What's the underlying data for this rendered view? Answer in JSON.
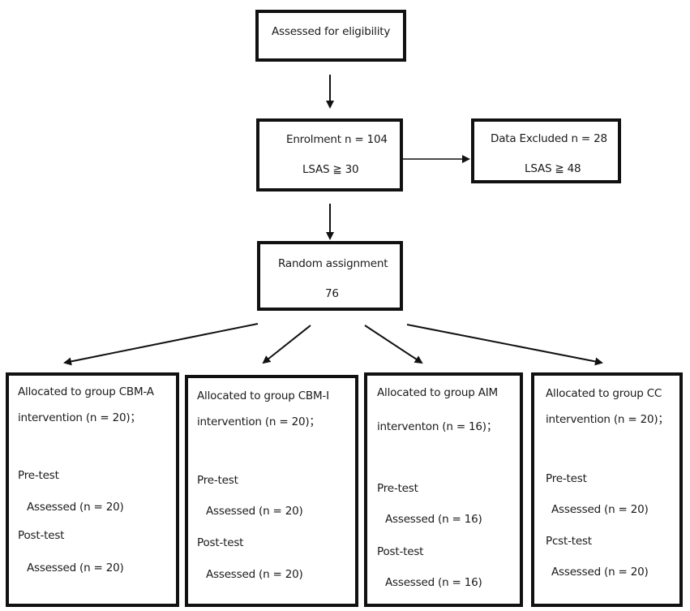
{
  "assessed": {
    "label": "Assessed for eligibility"
  },
  "enrolment": {
    "line1": "Enrolment n = 104",
    "line2": "LSAS ≧ 30"
  },
  "excluded": {
    "line1": "Data Excluded n = 28",
    "line2": "LSAS ≧ 48"
  },
  "random": {
    "line1": "Random assignment",
    "line2": "76"
  },
  "groups": [
    {
      "line1": "Allocated to group CBM-A",
      "line2": "intervention (n = 20)；",
      "pre": "Pre-test",
      "pre_assessed": "Assessed (n = 20)",
      "post": "Post-test",
      "post_assessed": "Assessed (n = 20)"
    },
    {
      "line1": "Allocated to group CBM-I",
      "line2": "intervention (n = 20)；",
      "pre": "Pre-test",
      "pre_assessed": "Assessed (n = 20)",
      "post": "Post-test",
      "post_assessed": "Assessed (n = 20)"
    },
    {
      "line1": "Allocated to group AIM",
      "line2": "interventon (n = 16)；",
      "pre": "Pre-test",
      "pre_assessed": "Assessed (n = 16)",
      "post": "Post-test",
      "post_assessed": "Assessed (n = 16)"
    },
    {
      "line1": "Allocated to group CC",
      "line2": "intervention (n = 20)；",
      "pre": "Pre-test",
      "pre_assessed": "Assessed (n = 20)",
      "post": "Pcst-test",
      "post_assessed": "Assessed (n = 20)"
    }
  ]
}
